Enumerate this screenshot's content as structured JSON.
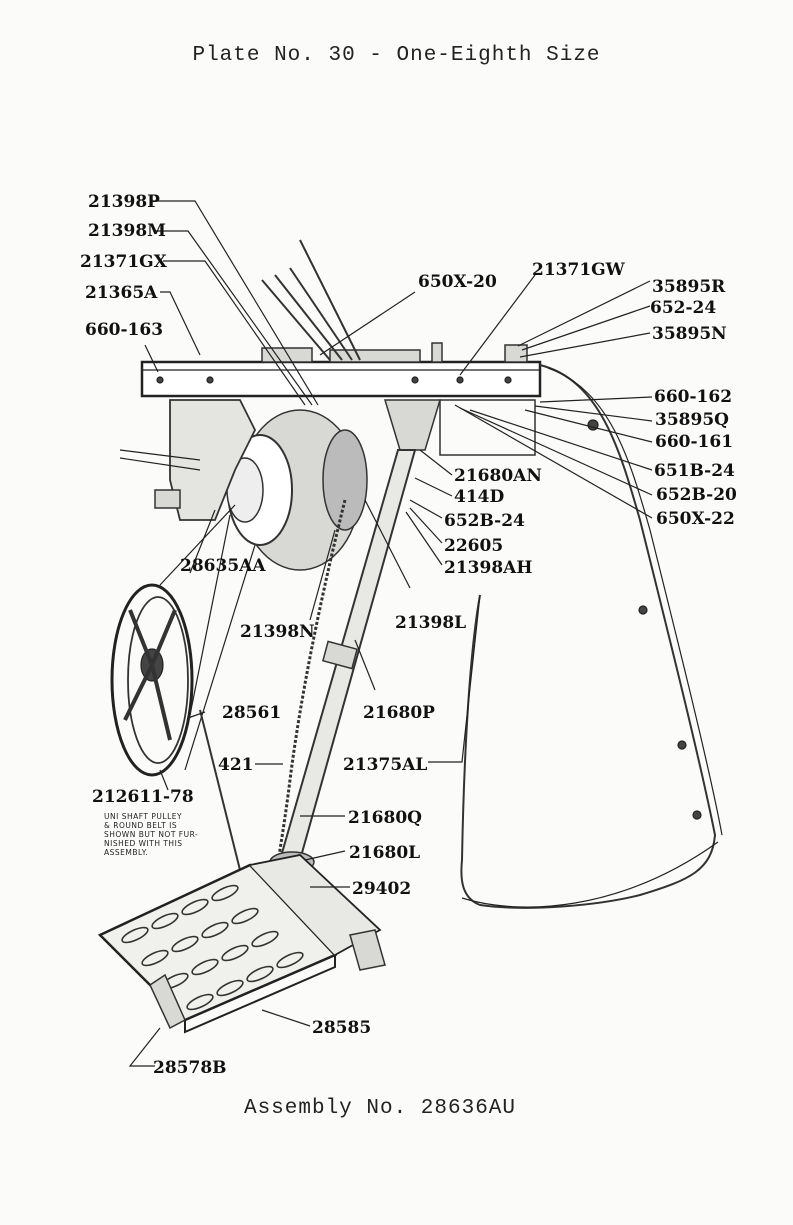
{
  "title": "Plate No. 30 - One-Eighth Size",
  "assembly": "Assembly No. 28636AU",
  "note_lines": [
    "UNI SHAFT PULLEY",
    "& ROUND BELT IS",
    "SHOWN BUT NOT FUR-",
    "NISHED WITH THIS",
    "ASSEMBLY."
  ],
  "labels": {
    "l21398P": "21398P",
    "l21398M": "21398M",
    "l21371GX": "21371GX",
    "l21365A": "21365A",
    "l660_163": "660-163",
    "l650X_20": "650X-20",
    "l21371GW": "21371GW",
    "l35895R": "35895R",
    "l652_24": "652-24",
    "l35895N": "35895N",
    "l660_162": "660-162",
    "l35895Q": "35895Q",
    "l660_161": "660-161",
    "l651B_24": "651B-24",
    "l652B_20": "652B-20",
    "l650X_22": "650X-22",
    "l21680AN": "21680AN",
    "l414D": "414D",
    "l652B_24": "652B-24",
    "l22605": "22605",
    "l21398AH": "21398AH",
    "l28635AA": "28635AA",
    "l21398N": "21398N",
    "l21398L": "21398L",
    "l28561": "28561",
    "l21680P": "21680P",
    "l421": "421",
    "l21375AL": "21375AL",
    "l212611_78": "212611-78",
    "l21680Q": "21680Q",
    "l21680L": "21680L",
    "l29402": "29402",
    "l28585": "28585",
    "l28578B": "28578B"
  }
}
